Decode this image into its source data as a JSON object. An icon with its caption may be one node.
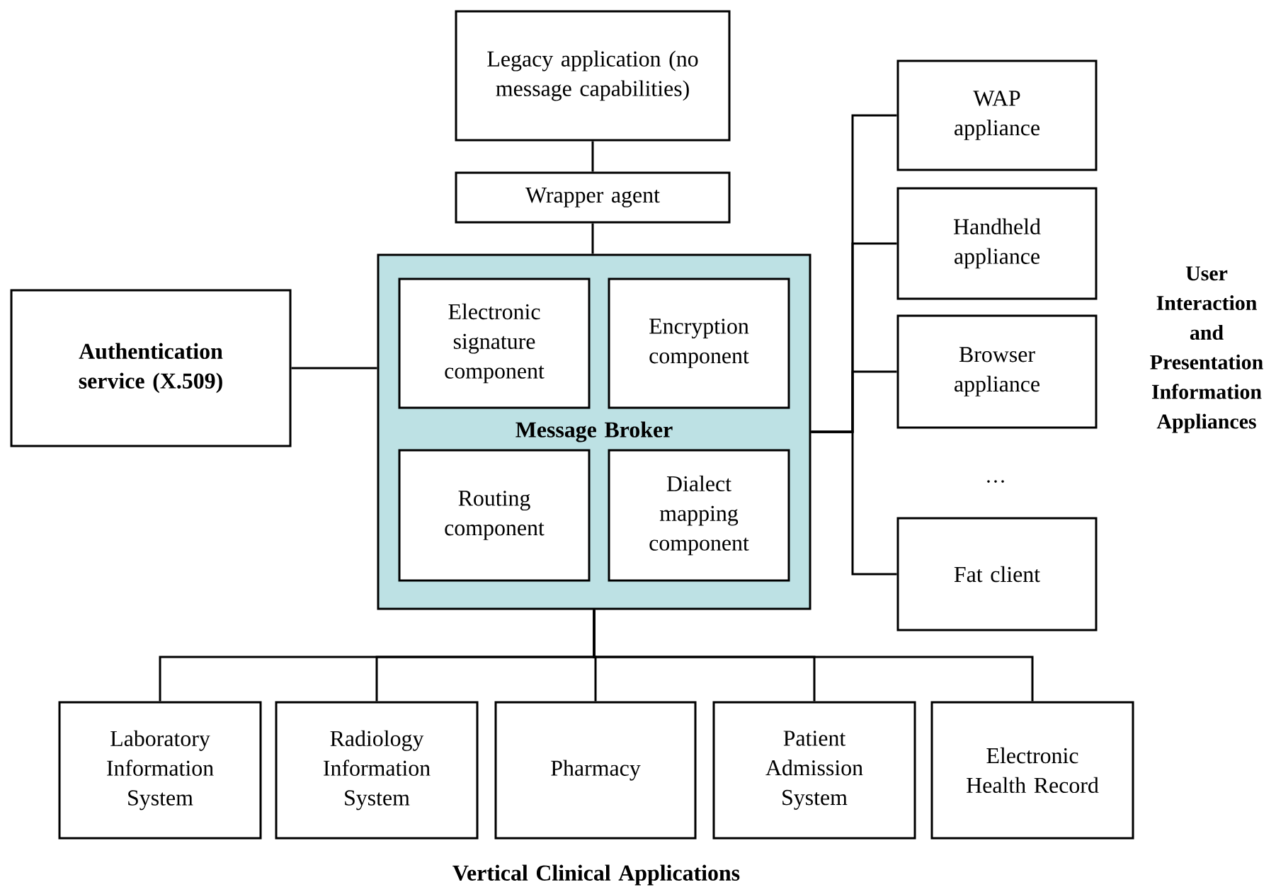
{
  "diagram": {
    "nodes": [
      {
        "text": [
          "Legacy application (no message capabilities)"
        ]
      },
      {
        "text": [
          "Wrapper agent"
        ]
      },
      {
        "text": [
          "Message Broker"
        ]
      },
      {
        "text": [
          "Electronic signature component"
        ],
        "in": 2
      },
      {
        "text": [
          "Encryption component"
        ],
        "in": 2
      },
      {
        "text": [
          "Routing component"
        ],
        "in": 2
      },
      {
        "text": [
          "Dialect mapping component"
        ],
        "in": 2
      },
      {
        "text": [
          "Authentication service (X.509)"
        ]
      },
      {
        "text": [
          "WAP appliance"
        ]
      },
      {
        "text": [
          "Handheld appliance"
        ]
      },
      {
        "text": [
          "Browser appliance"
        ]
      },
      {
        "text": [
          "Fat client"
        ]
      },
      {
        "text": [
          "Laboratory Information System"
        ]
      },
      {
        "text": [
          "Radiology Information System"
        ]
      },
      {
        "text": [
          "Pharmacy"
        ]
      },
      {
        "text": [
          "Patient Admission System"
        ]
      },
      {
        "text": [
          "Electronic Health Record"
        ]
      }
    ],
    "edges": [
      {
        "from": 0,
        "to": 1,
        "arrow": "none"
      },
      {
        "from": 1,
        "to": 2,
        "arrow": "none"
      },
      {
        "from": 7,
        "to": 2,
        "arrow": "none"
      },
      {
        "from": 2,
        "to": 8,
        "arrow": "none"
      },
      {
        "from": 2,
        "to": 9,
        "arrow": "none"
      },
      {
        "from": 2,
        "to": 10,
        "arrow": "none"
      },
      {
        "from": 2,
        "to": 11,
        "arrow": "none"
      },
      {
        "from": 2,
        "to": 12,
        "arrow": "none"
      },
      {
        "from": 2,
        "to": 13,
        "arrow": "none"
      },
      {
        "from": 2,
        "to": 14,
        "arrow": "none"
      },
      {
        "from": 2,
        "to": 15,
        "arrow": "none"
      },
      {
        "from": 2,
        "to": 16,
        "arrow": "none"
      }
    ],
    "labels": [
      "User Interaction and Presentation Information Appliances",
      "…",
      "Vertical Clinical Applications"
    ]
  }
}
